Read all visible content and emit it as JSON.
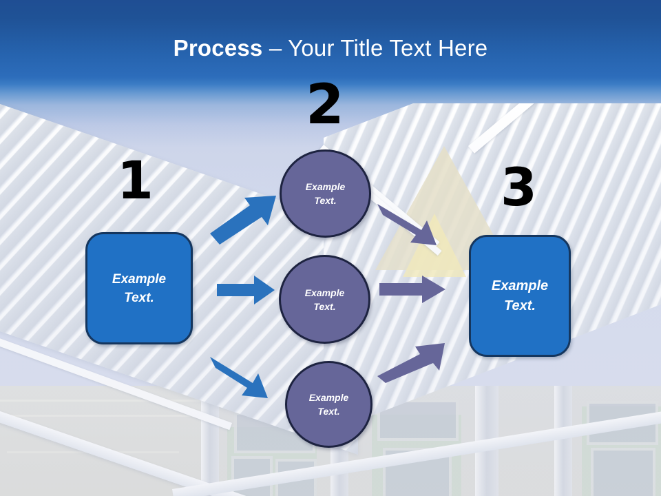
{
  "slide": {
    "title_bold": "Process",
    "title_rest": " – Your Title Text Here",
    "title_full": "Process – Your Title Text Here"
  },
  "colors": {
    "title_text": "#ffffff",
    "header_blue_dark": "#1f4e93",
    "header_blue_light": "#3b7cc4",
    "sky_fade": "#cdd5ea",
    "box_fill": "#2071c5",
    "box_border": "#15365e",
    "circle_fill": "#666699",
    "circle_border": "#1d2340",
    "arrow_blue": "#2a72bd",
    "arrow_purple": "#666699",
    "step_number": "#000000"
  },
  "steps": [
    {
      "number": "1",
      "name": "step-one"
    },
    {
      "number": "2",
      "name": "step-two"
    },
    {
      "number": "3",
      "name": "step-three"
    }
  ],
  "boxes": {
    "left": {
      "line1": "Example",
      "line2": "Text."
    },
    "right": {
      "line1": "Example",
      "line2": "Text."
    }
  },
  "circles": [
    {
      "line1": "Example",
      "line2": "Text."
    },
    {
      "line1": "Example",
      "line2": "Text."
    },
    {
      "line1": "Example",
      "line2": "Text."
    }
  ],
  "arrows": [
    {
      "name": "arrow-left-to-circle-top",
      "color": "#2a72bd",
      "direction": "up-right"
    },
    {
      "name": "arrow-left-to-circle-mid",
      "color": "#2a72bd",
      "direction": "right"
    },
    {
      "name": "arrow-left-to-circle-bottom",
      "color": "#2a72bd",
      "direction": "down-right"
    },
    {
      "name": "arrow-circle-top-to-right",
      "color": "#666699",
      "direction": "down-right"
    },
    {
      "name": "arrow-circle-mid-to-right",
      "color": "#666699",
      "direction": "right"
    },
    {
      "name": "arrow-circle-bottom-to-right",
      "color": "#666699",
      "direction": "up-right"
    }
  ],
  "background": {
    "description": "photo of white standing-seam metal roof with gable and building facade"
  }
}
